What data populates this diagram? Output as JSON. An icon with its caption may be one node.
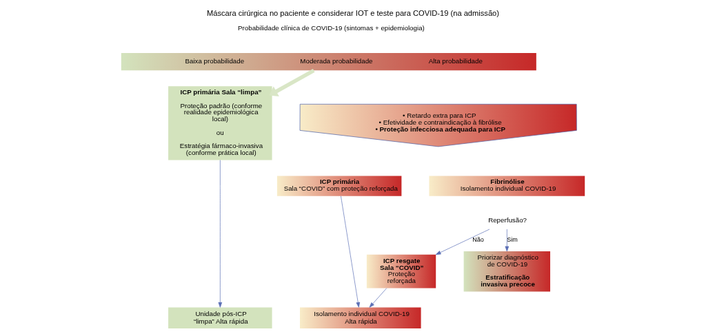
{
  "diagram": {
    "title": "Máscara cirúrgica no paciente e considerar IOT e teste para COVID-19 (na admissão)",
    "nodes": [
      {
        "text": [
          "Baixa probabilidade",
          "Moderada probabilidade",
          "Alta probabilidade"
        ]
      },
      {
        "text": [
          "ICP primária Sala “limpa”",
          "Proteção padrão (conforme realidade epidemiológica local)",
          "ou",
          "Estratégia fármaco-invasiva (conforme prática local)"
        ]
      },
      {
        "text": [
          "• Retardo extra para ICP",
          "• Efetividade e contraindicação à fibrólise",
          "• Proteção infecciosa adequada para ICP"
        ]
      },
      {
        "text": [
          "ICP primária",
          "Sala “COVID” com proteção reforçada"
        ]
      },
      {
        "text": [
          "Fibrinólise",
          "Isolamento individual COVID-19"
        ]
      },
      {
        "text": [
          "Reperfusão?"
        ]
      },
      {
        "text": [
          "ICP resgate Sala “COVID”",
          "Proteção reforçada"
        ]
      },
      {
        "text": [
          "Priorizar diagnóstico de COVID-19",
          "Estratificação invasiva precoce"
        ]
      },
      {
        "text": [
          "Unidade pós-ICP “limpa” Alta rápida"
        ]
      },
      {
        "text": [
          "Isolamento individual COVID-19 Alta rápida"
        ]
      }
    ],
    "edges": [
      {
        "from": 0,
        "to": 1,
        "arrow": "to",
        "style": "thick",
        "color": "#d9e6c6"
      },
      {
        "from": 1,
        "to": 8,
        "arrow": "to"
      },
      {
        "from": 3,
        "to": 9,
        "arrow": "to"
      },
      {
        "from": 5,
        "to": 6,
        "arrow": "to",
        "label": "Não"
      },
      {
        "from": 5,
        "to": 7,
        "arrow": "to",
        "label": "Sim"
      },
      {
        "from": 6,
        "to": 9,
        "arrow": "to"
      }
    ],
    "labels": [
      "Probabilidade clínica de COVID-19 (sintomas + epidemiologia)"
    ]
  }
}
